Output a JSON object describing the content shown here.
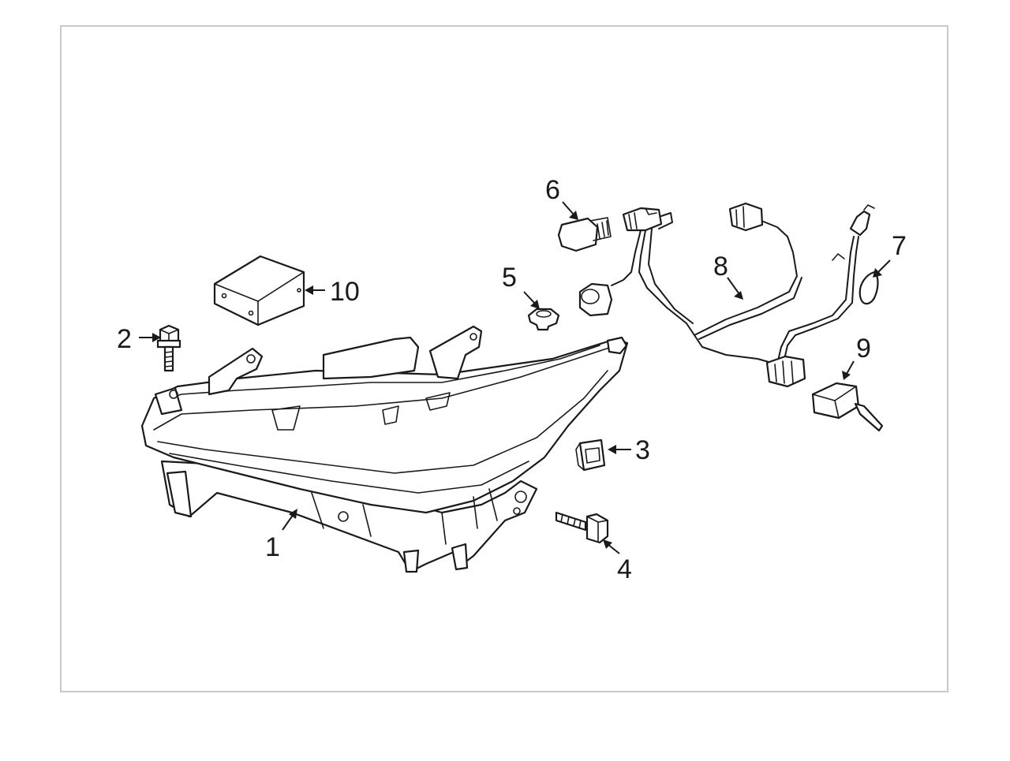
{
  "callouts": {
    "c1": "1",
    "c2": "2",
    "c3": "3",
    "c4": "4",
    "c5": "5",
    "c6": "6",
    "c7": "7",
    "c8": "8",
    "c9": "9",
    "c10": "10"
  },
  "colors": {
    "line": "#1a1a1a",
    "frame_border": "#c9c9c9",
    "background": "#ffffff"
  }
}
